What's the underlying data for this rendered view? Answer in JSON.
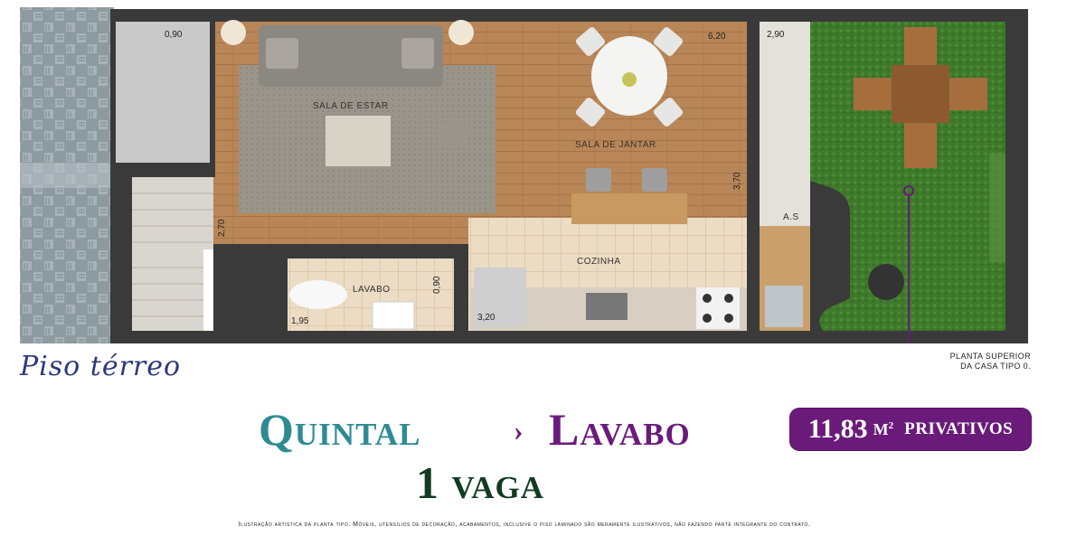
{
  "floor_title": "Piso térreo",
  "note": {
    "line1": "PLANTA SUPERIOR",
    "line2": "DA CASA TIPO 0."
  },
  "rooms": {
    "living": "SALA DE ESTAR",
    "dining": "SALA DE JANTAR",
    "kitchen": "COZINHA",
    "lavabo": "LAVABO",
    "service": "A.S"
  },
  "dimensions": {
    "porch": "0,90",
    "dining_width": "6,20",
    "yard_width": "2,90",
    "dining_height": "3,70",
    "stairs_height": "2,70",
    "lavabo_height": "0,90",
    "lavabo_width": "1,95",
    "kitchen_width": "3,20"
  },
  "badge": {
    "value": "11,83",
    "unit": "M",
    "unit_sup": "2",
    "label": "PRIVATIVOS"
  },
  "headline": {
    "part1": "Quintal",
    "separator": "›",
    "part2": "Lavabo",
    "part3": "1 vaga"
  },
  "disclaimer": "Ilustração artística da planta tipo. Móveis, utensílios de decoração, acabamentos, inclusive o piso laminado são meramente ilustrativos, não fazendo parte integrante do contrato.",
  "colors": {
    "teal": "#2e8b93",
    "purple": "#6a1b7a",
    "dark_green": "#123b22"
  }
}
